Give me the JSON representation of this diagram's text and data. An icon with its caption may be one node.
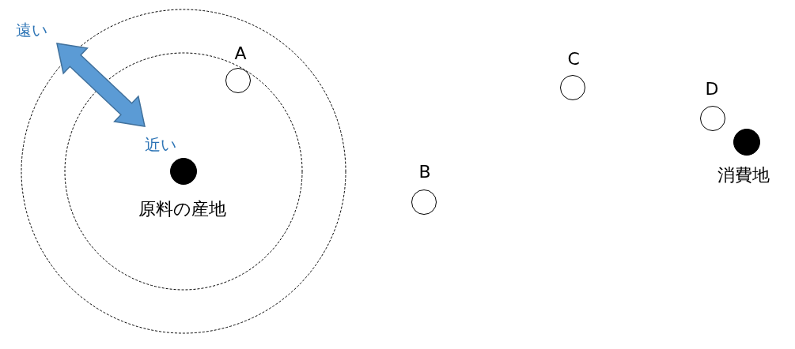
{
  "diagram": {
    "nodes": [
      {
        "text": [],
        "shape": "circle",
        "beside": [
          "原料の産地"
        ]
      },
      {
        "text": [],
        "shape": "circle",
        "beside": [
          "A"
        ]
      },
      {
        "text": [],
        "shape": "circle",
        "beside": [
          "B"
        ]
      },
      {
        "text": [],
        "shape": "circle",
        "beside": [
          "C"
        ]
      },
      {
        "text": [],
        "shape": "circle",
        "beside": [
          "D"
        ]
      },
      {
        "text": [],
        "shape": "circle",
        "beside": [
          "消費地"
        ]
      }
    ],
    "labels": [
      "遠い",
      "近い"
    ]
  }
}
